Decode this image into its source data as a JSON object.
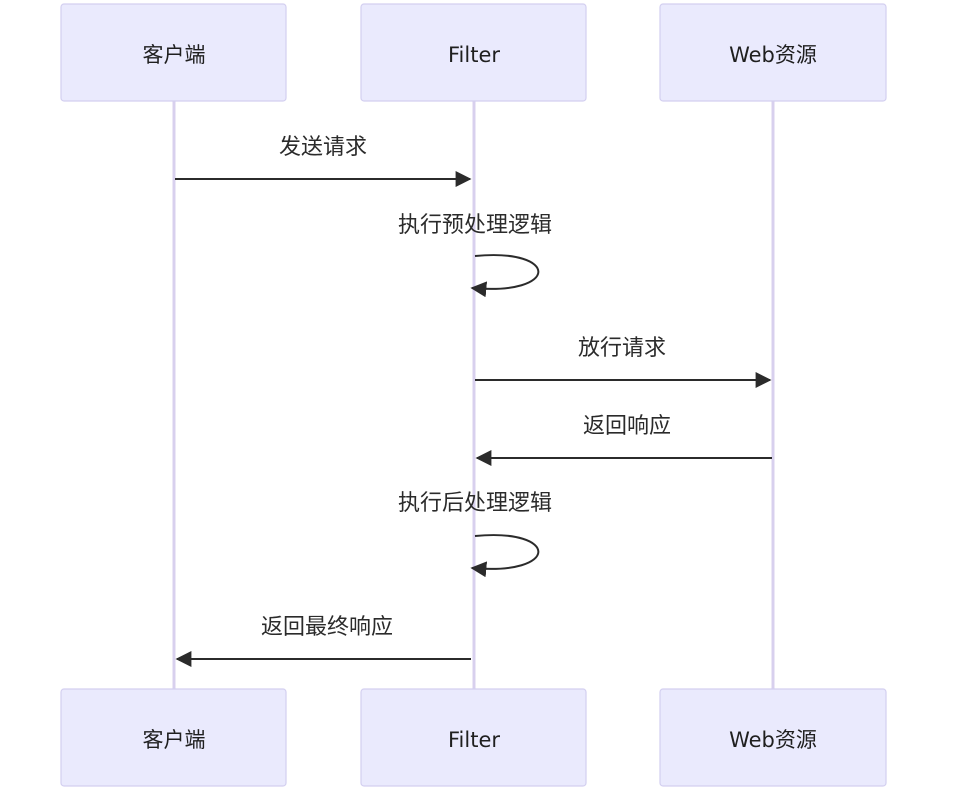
{
  "participants": [
    {
      "id": "client",
      "label": "客户端"
    },
    {
      "id": "filter",
      "label": "Filter"
    },
    {
      "id": "web",
      "label": "Web资源"
    }
  ],
  "messages": [
    {
      "from": "client",
      "to": "filter",
      "label": "发送请求"
    },
    {
      "from": "filter",
      "to": "filter",
      "label": "执行预处理逻辑"
    },
    {
      "from": "filter",
      "to": "web",
      "label": "放行请求"
    },
    {
      "from": "web",
      "to": "filter",
      "label": "返回响应"
    },
    {
      "from": "filter",
      "to": "filter",
      "label": "执行后处理逻辑"
    },
    {
      "from": "filter",
      "to": "client",
      "label": "返回最终响应"
    }
  ],
  "colors": {
    "actor_fill": "#eaeafd",
    "actor_border": "#d3cff0",
    "lifeline": "#d8d0ee",
    "message": "#2b2b2b"
  }
}
